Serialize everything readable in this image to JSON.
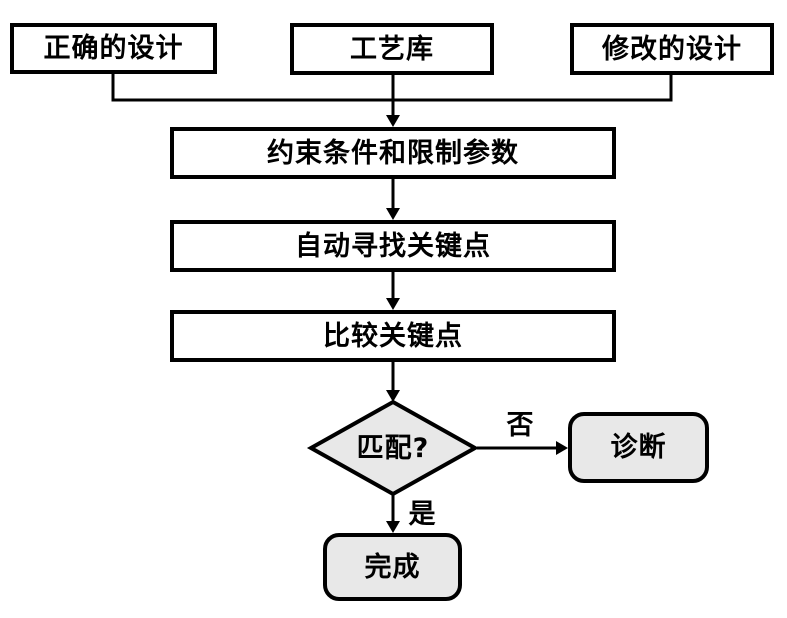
{
  "flowchart": {
    "nodes": {
      "correct_design": "正确的设计",
      "process_library": "工艺库",
      "modified_design": "修改的设计",
      "constraints": "约束条件和限制参数",
      "find_keypoints": "自动寻找关键点",
      "compare_keypoints": "比较关键点",
      "match_decision": "匹配?",
      "diagnosis": "诊断",
      "complete": "完成"
    },
    "edge_labels": {
      "no": "否",
      "yes": "是"
    },
    "colors": {
      "background": "#ffffff",
      "node_fill": "#ffffff",
      "terminal_fill": "#e8e8e8",
      "border": "#000000",
      "text": "#000000",
      "connector": "#000000"
    }
  }
}
